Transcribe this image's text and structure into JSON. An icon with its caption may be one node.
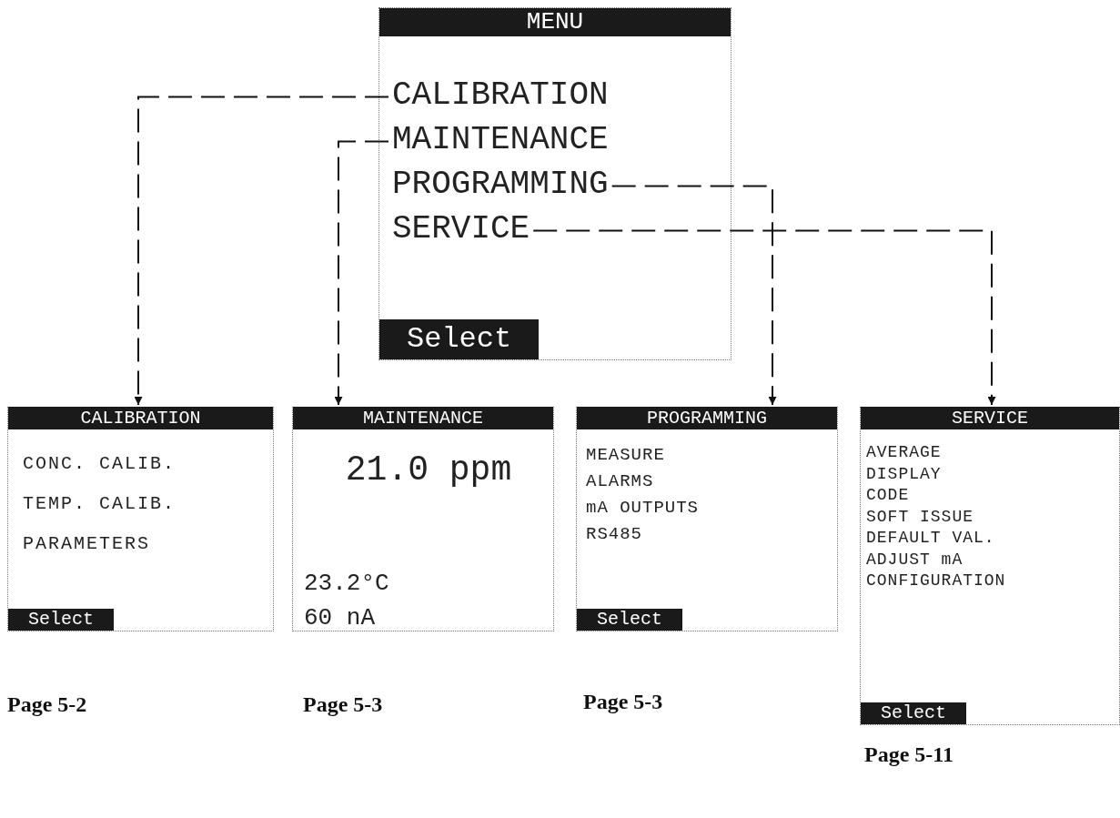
{
  "diagram": {
    "nodes": [
      {
        "text": [
          "MENU",
          "Select"
        ]
      },
      {
        "text": [
          "CALIBRATION"
        ],
        "in": 0
      },
      {
        "text": [
          "MAINTENANCE"
        ],
        "in": 0
      },
      {
        "text": [
          "PROGRAMMING"
        ],
        "in": 0
      },
      {
        "text": [
          "SERVICE"
        ],
        "in": 0
      },
      {
        "text": [
          "CALIBRATION",
          "CONC. CALIB.",
          "TEMP. CALIB.",
          "PARAMETERS",
          "Select"
        ],
        "beside": [
          "Page 5-2"
        ]
      },
      {
        "text": [
          "MAINTENANCE",
          "21.0 ppm",
          "23.2°C",
          "60 nA"
        ],
        "beside": [
          "Page 5-3"
        ]
      },
      {
        "text": [
          "PROGRAMMING",
          "MEASURE",
          "ALARMS",
          "mA OUTPUTS",
          "RS485",
          "Select"
        ],
        "beside": [
          "Page 5-3"
        ]
      },
      {
        "text": [
          "SERVICE",
          "AVERAGE",
          "DISPLAY",
          "CODE",
          "SOFT ISSUE",
          "DEFAULT VAL.",
          "ADJUST mA",
          "CONFIGURATION",
          "Select"
        ],
        "beside": [
          "Page 5-11"
        ]
      }
    ],
    "edges": [
      {
        "from": 1,
        "to": 5,
        "arrow": "to",
        "style": "dashed"
      },
      {
        "from": 2,
        "to": 6,
        "arrow": "to",
        "style": "dashed"
      },
      {
        "from": 3,
        "to": 7,
        "arrow": "to",
        "style": "dashed"
      },
      {
        "from": 4,
        "to": 8,
        "arrow": "to",
        "style": "dashed"
      }
    ]
  }
}
